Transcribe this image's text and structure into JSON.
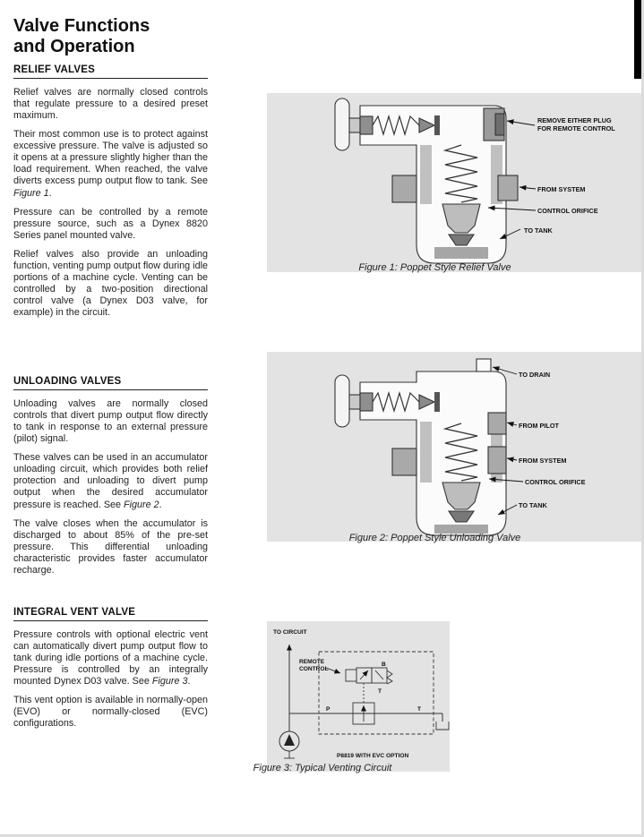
{
  "page": {
    "title": [
      "Valve Functions",
      "and Operation"
    ]
  },
  "colors": {
    "figure_background": "#e3e3e3",
    "text": "#222222",
    "edge_mark": "#000000"
  },
  "sections": [
    {
      "heading": "RELIEF VALVES",
      "paragraphs": [
        {
          "text": "Relief valves are normally closed controls that regulate pressure to a desired preset maximum."
        },
        {
          "pre": "Their most common use is to protect against excessive pressure. The valve is adjusted so it opens at a pressure slightly higher than the load requirement. When reached, the valve diverts excess pump output flow to tank. See ",
          "italic": "Figure 1",
          "post": "."
        },
        {
          "text": "Pressure can be controlled by a remote pressure source, such as a Dynex 8820 Series panel mounted valve."
        },
        {
          "text": "Relief valves also provide an unloading function, venting pump output flow during idle portions of a machine cycle. Venting can be controlled by a two-position directional control valve (a Dynex D03 valve, for example) in the circuit."
        }
      ]
    },
    {
      "heading": "UNLOADING VALVES",
      "paragraphs": [
        {
          "text": "Unloading valves are normally closed controls that divert pump output flow directly to tank in response to an external pressure (pilot) signal."
        },
        {
          "pre": "These valves can be used in an accumulator unloading circuit, which provides both relief protection and unloading to divert pump output when the desired accumulator pressure is reached. See ",
          "italic": "Figure 2",
          "post": "."
        },
        {
          "text": "The valve closes when the accumulator is discharged to about 85% of the pre-set pressure. This differential unloading characteristic provides faster accumulator recharge."
        }
      ]
    },
    {
      "heading": "INTEGRAL VENT VALVE",
      "paragraphs": [
        {
          "pre": "Pressure controls with optional electric vent can automatically divert pump output flow to tank during idle portions of a machine cycle. Pressure is controlled by an integrally mounted Dynex D03 valve. See ",
          "italic": "Figure 3",
          "post": "."
        },
        {
          "text": "This vent option is available in normally-open (EVO) or normally-closed (EVC) configurations."
        }
      ]
    }
  ],
  "figure1": {
    "caption": "Figure 1: Poppet Style Relief Valve",
    "labels": {
      "remove_plug_1": "REMOVE EITHER PLUG",
      "remove_plug_2": "FOR REMOTE CONTROL",
      "from_system": "FROM SYSTEM",
      "control_orifice": "CONTROL ORIFICE",
      "to_tank": "TO TANK"
    }
  },
  "figure2": {
    "caption": "Figure 2: Poppet Style Unloading Valve",
    "labels": {
      "to_drain": "TO DRAIN",
      "from_pilot": "FROM PILOT",
      "from_system": "FROM SYSTEM",
      "control_orifice": "CONTROL ORIFICE",
      "to_tank": "TO TANK"
    }
  },
  "figure3": {
    "caption": "Figure 3: Typical Venting Circuit",
    "labels": {
      "to_circuit": "TO CIRCUIT",
      "remote_1": "REMOTE",
      "remote_2": "CONTROL",
      "valve_b": "B",
      "valve_t": "T",
      "port_p": "P",
      "port_t": "T",
      "model": "P8819 WITH EVC OPTION"
    }
  }
}
